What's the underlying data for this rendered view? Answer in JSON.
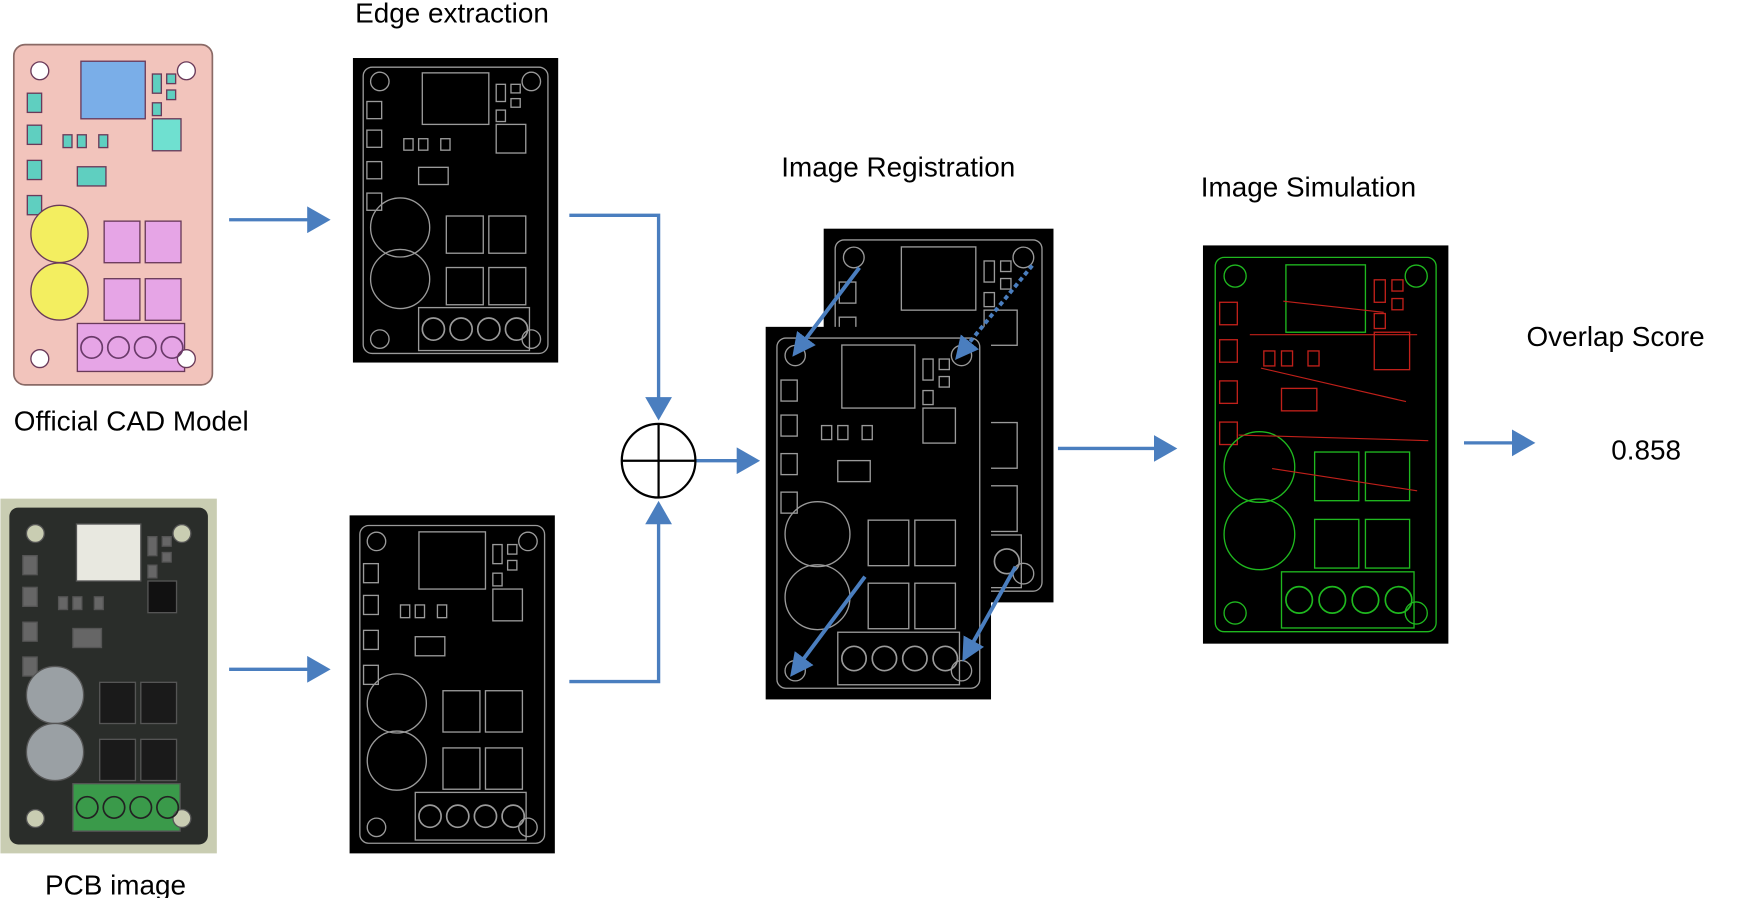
{
  "titles": {
    "edge_extraction": "Edge extraction",
    "image_registration": "Image Registration",
    "image_simulation": "Image Simulation",
    "overlap_score": "Overlap Score"
  },
  "labels": {
    "cad_model": "Official CAD Model",
    "pcb_image": "PCB image"
  },
  "result": {
    "score": "0.858"
  },
  "operator": {
    "icon": "circled-plus-icon"
  },
  "colors": {
    "arrow": "#4a7ebf",
    "cad_board": "#f2c4bc",
    "cad_connector": "#7aaee8",
    "cad_capacitor": "#f3ee60",
    "cad_mosfet": "#e6a5e6",
    "pcb_board": "#2a2d2a",
    "pcb_background": "#c9cdb2",
    "edge_background": "#000000",
    "edge_line": "#9a9a9a",
    "sim_green": "#1fb81f",
    "sim_red": "#c0201a"
  }
}
